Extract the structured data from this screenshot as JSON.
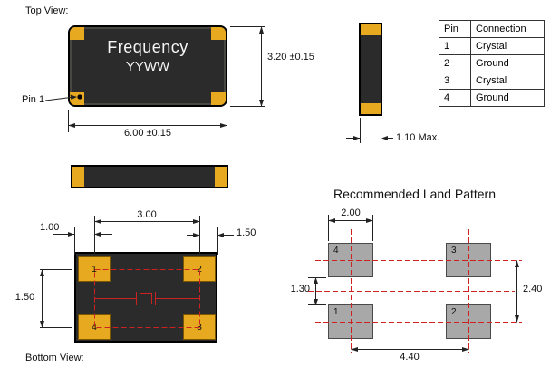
{
  "labels": {
    "top_view": "Top View:",
    "bottom_view": "Bottom View:",
    "pin1": "Pin 1",
    "land_pattern_title": "Recommended Land Pattern"
  },
  "top_view": {
    "marking_line1": "Frequency",
    "marking_line2": "YYWW",
    "dim_width": "6.00 ±0.15",
    "dim_height": "3.20 ±0.15"
  },
  "side_view": {
    "dim_thickness": "1.10 Max."
  },
  "pin_table": {
    "headers": {
      "pin": "Pin",
      "connection": "Connection"
    },
    "rows": [
      {
        "pin": "1",
        "connection": "Crystal"
      },
      {
        "pin": "2",
        "connection": "Ground"
      },
      {
        "pin": "3",
        "connection": "Crystal"
      },
      {
        "pin": "4",
        "connection": "Ground"
      }
    ]
  },
  "bottom_view": {
    "dim_pad_pitch": "3.00",
    "dim_edge_offset": "1.00",
    "dim_side_offset": "1.50",
    "dim_vertical_pitch": "1.50",
    "pad_top_left": "1",
    "pad_top_right": "2",
    "pad_bottom_left": "4",
    "pad_bottom_right": "3"
  },
  "land_pattern": {
    "dim_pad_width": "2.00",
    "dim_pad_gap": "1.30",
    "dim_vertical_pitch": "2.40",
    "dim_horizontal_pitch": "4.40",
    "pad_top_left": "4",
    "pad_top_right": "3",
    "pad_bottom_left": "1",
    "pad_bottom_right": "2"
  },
  "colors": {
    "body_dark": "#2b2b2b",
    "pad_gold": "#e6a91f",
    "land_pad_gray": "#a8a8a8",
    "accent_red": "#cc2222",
    "line_black": "#222222"
  }
}
